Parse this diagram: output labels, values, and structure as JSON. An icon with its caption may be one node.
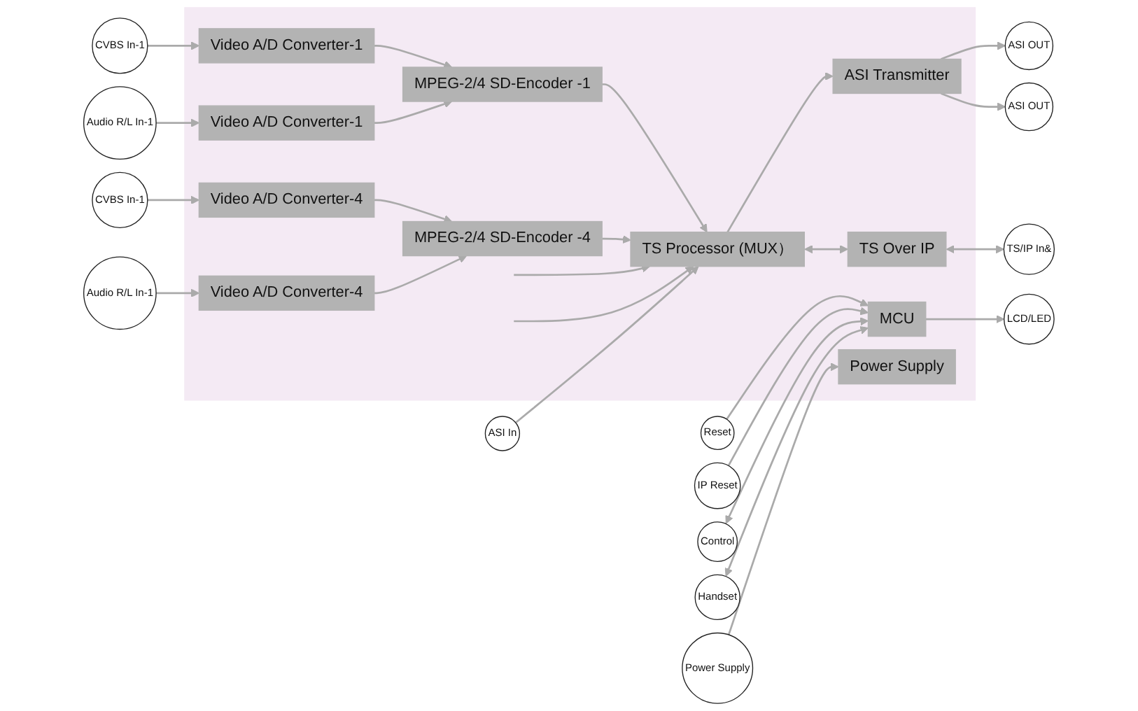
{
  "diagram": {
    "nodes": [
      {
        "text": [],
        "shape": "box"
      },
      {
        "text": [
          "CVBS In-1"
        ]
      },
      {
        "text": [
          "Audio R/L In-1"
        ]
      },
      {
        "text": [
          "CVBS In-1"
        ]
      },
      {
        "text": [
          "Audio R/L In-1"
        ]
      },
      {
        "text": [
          "ASI In"
        ]
      },
      {
        "text": [
          "Reset"
        ]
      },
      {
        "text": [
          "IP Reset"
        ]
      },
      {
        "text": [
          "LCD/LED"
        ]
      },
      {
        "text": [
          "Control"
        ]
      },
      {
        "text": [
          "Handset"
        ]
      },
      {
        "text": [
          "Power Supply"
        ]
      },
      {
        "text": [
          "Video A/D Converter-1"
        ],
        "in": 0
      },
      {
        "text": [
          "Video A/D Converter-1"
        ],
        "in": 0
      },
      {
        "text": [
          "Video A/D Converter-4"
        ],
        "in": 0
      },
      {
        "text": [
          "Video A/D Converter-4"
        ],
        "in": 0
      },
      {
        "text": [
          "MPEG-2/4 SD-Encoder -1"
        ],
        "in": 0
      },
      {
        "text": [
          "MPEG-2/4 SD-Encoder -4"
        ],
        "in": 0
      },
      {
        "text": [
          "MCU"
        ],
        "in": 0
      },
      {
        "text": [
          "Power Supply"
        ],
        "in": 0
      },
      {
        "text": [
          "TS Processor (MUX）"
        ],
        "in": 0
      },
      {
        "text": [
          "ASI Transmitter"
        ],
        "in": 0
      },
      {
        "text": [
          "TS Over IP"
        ],
        "in": 0
      },
      {
        "text": [
          "ASI OUT"
        ]
      },
      {
        "text": [
          "ASI OUT"
        ]
      },
      {
        "text": [
          "TS/IP In&"
        ]
      }
    ],
    "edges": [
      {
        "from": 1,
        "to": 12,
        "arrow": "to"
      },
      {
        "from": 2,
        "to": 13,
        "arrow": "to"
      },
      {
        "from": 3,
        "to": 14,
        "arrow": "to"
      },
      {
        "from": 4,
        "to": 15,
        "arrow": "to"
      },
      {
        "from": 12,
        "to": 16,
        "arrow": "to"
      },
      {
        "from": 13,
        "to": 16,
        "arrow": "to"
      },
      {
        "from": 14,
        "to": 17,
        "arrow": "to"
      },
      {
        "from": 15,
        "to": 17,
        "arrow": "to"
      },
      {
        "from": 16,
        "to": 20,
        "arrow": "to"
      },
      {
        "from": null,
        "to": 20,
        "arrow": "to"
      },
      {
        "from": null,
        "to": 20,
        "arrow": "to"
      },
      {
        "from": 17,
        "to": 20,
        "arrow": "to"
      },
      {
        "from": 5,
        "to": 20,
        "arrow": "to"
      },
      {
        "from": 6,
        "to": 18,
        "arrow": "to"
      },
      {
        "from": 7,
        "to": 18,
        "arrow": "to"
      },
      {
        "from": 18,
        "to": 8,
        "arrow": "to"
      },
      {
        "from": 9,
        "to": 18,
        "arrow": "both"
      },
      {
        "from": 10,
        "to": 18,
        "arrow": "both"
      },
      {
        "from": 11,
        "to": 19,
        "arrow": "to"
      },
      {
        "from": 20,
        "to": 21,
        "arrow": "to"
      },
      {
        "from": 21,
        "to": 23,
        "arrow": "to"
      },
      {
        "from": 21,
        "to": 24,
        "arrow": "to"
      },
      {
        "from": 20,
        "to": 22,
        "arrow": "both"
      },
      {
        "from": 22,
        "to": 25,
        "arrow": "both"
      }
    ]
  }
}
